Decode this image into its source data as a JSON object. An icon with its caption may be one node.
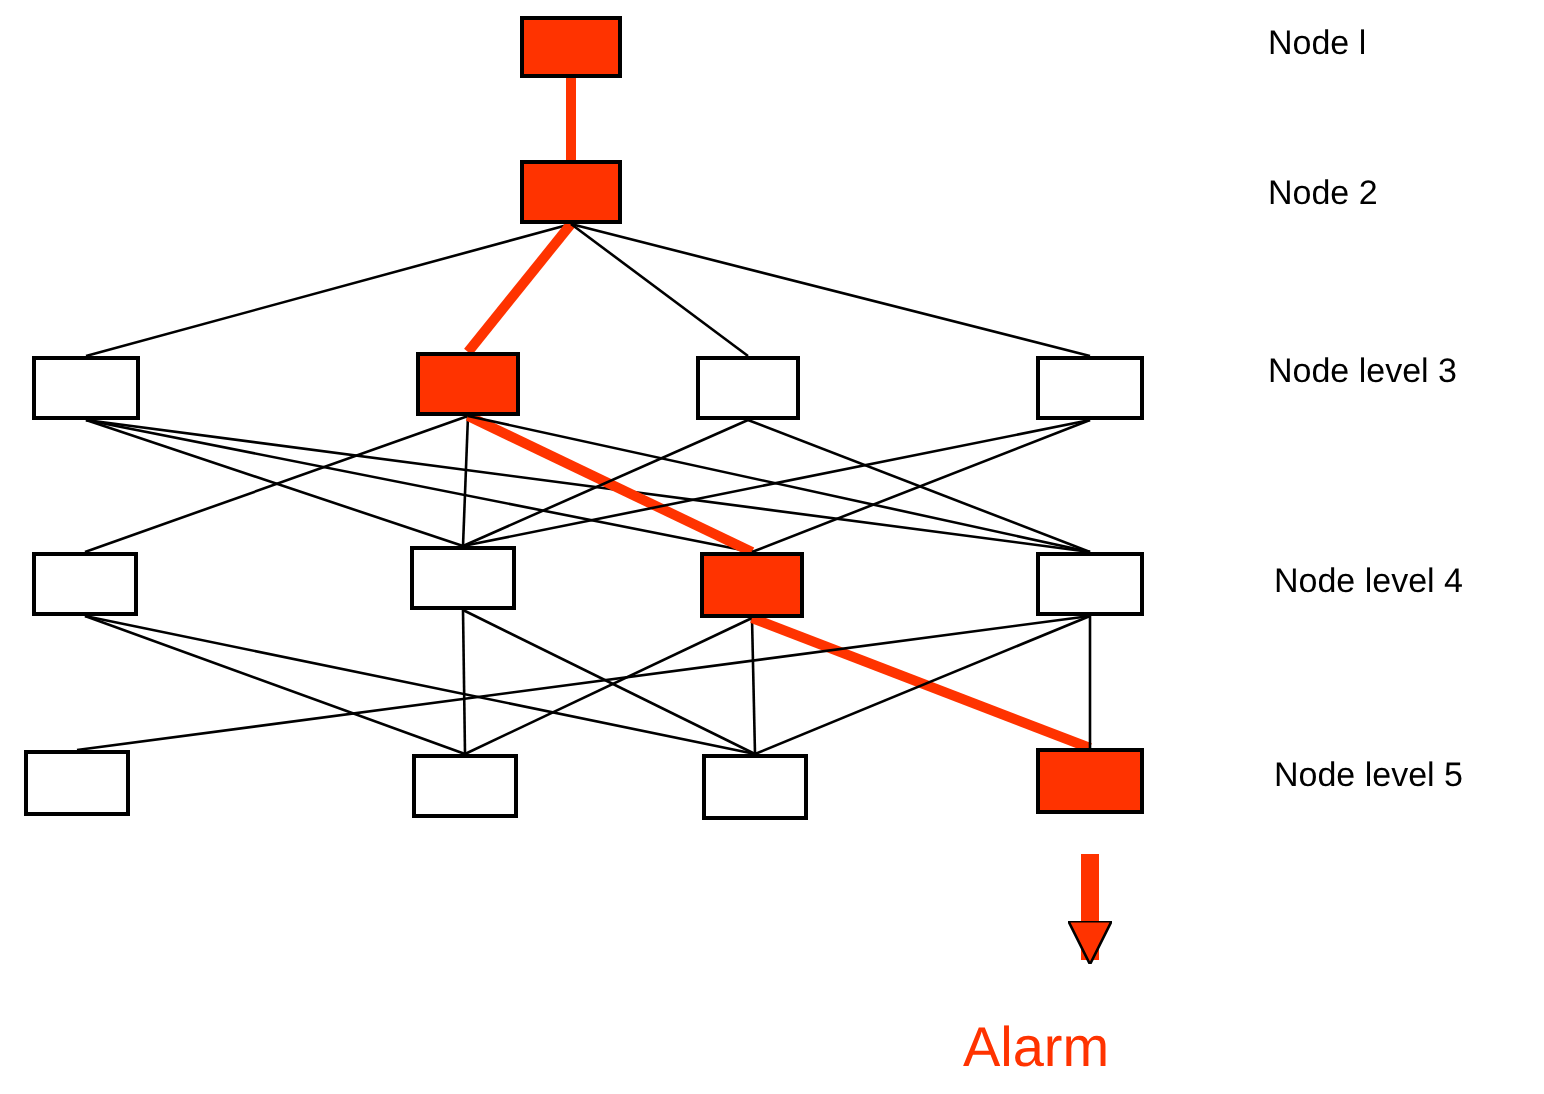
{
  "diagram": {
    "nodes": [
      {
        "text": [],
        "shape": "box"
      },
      {
        "text": [],
        "shape": "box"
      },
      {
        "text": [],
        "shape": "box"
      },
      {
        "text": [],
        "shape": "box"
      },
      {
        "text": [],
        "shape": "box"
      },
      {
        "text": [],
        "shape": "box"
      },
      {
        "text": [],
        "shape": "box"
      },
      {
        "text": [],
        "shape": "box"
      },
      {
        "text": [],
        "shape": "box"
      },
      {
        "text": [],
        "shape": "box"
      },
      {
        "text": [],
        "shape": "box"
      },
      {
        "text": [],
        "shape": "box"
      },
      {
        "text": [],
        "shape": "box"
      },
      {
        "text": [],
        "shape": "box"
      },
      {
        "text": [
          "Alarm"
        ]
      }
    ],
    "edges": [
      {
        "from": 0,
        "to": 1,
        "arrow": "none",
        "style": "thick",
        "color": "#ff3300"
      },
      {
        "from": 1,
        "to": 2,
        "arrow": "none"
      },
      {
        "from": 1,
        "to": 3,
        "arrow": "none",
        "style": "thick",
        "color": "#ff3300"
      },
      {
        "from": 1,
        "to": 4,
        "arrow": "none"
      },
      {
        "from": 1,
        "to": 5,
        "arrow": "none"
      },
      {
        "from": 2,
        "to": 7,
        "arrow": "none"
      },
      {
        "from": 2,
        "to": 8,
        "arrow": "none"
      },
      {
        "from": 2,
        "to": 9,
        "arrow": "none"
      },
      {
        "from": 3,
        "to": 6,
        "arrow": "none"
      },
      {
        "from": 3,
        "to": 7,
        "arrow": "none"
      },
      {
        "from": 3,
        "to": 8,
        "arrow": "none",
        "style": "thick",
        "color": "#ff3300"
      },
      {
        "from": 3,
        "to": 9,
        "arrow": "none"
      },
      {
        "from": 4,
        "to": 7,
        "arrow": "none"
      },
      {
        "from": 4,
        "to": 9,
        "arrow": "none"
      },
      {
        "from": 5,
        "to": 7,
        "arrow": "none"
      },
      {
        "from": 5,
        "to": 8,
        "arrow": "none"
      },
      {
        "from": 6,
        "to": 11,
        "arrow": "none"
      },
      {
        "from": 6,
        "to": 12,
        "arrow": "none"
      },
      {
        "from": 7,
        "to": 11,
        "arrow": "none"
      },
      {
        "from": 7,
        "to": 12,
        "arrow": "none"
      },
      {
        "from": 8,
        "to": 11,
        "arrow": "none"
      },
      {
        "from": 8,
        "to": 12,
        "arrow": "none"
      },
      {
        "from": 8,
        "to": 13,
        "arrow": "none",
        "style": "thick",
        "color": "#ff3300"
      },
      {
        "from": 9,
        "to": 10,
        "arrow": "none"
      },
      {
        "from": 9,
        "to": 12,
        "arrow": "none"
      },
      {
        "from": 9,
        "to": 13,
        "arrow": "none"
      },
      {
        "from": 13,
        "to": 14,
        "arrow": "to",
        "style": "thick",
        "color": "#ff3300"
      }
    ],
    "labels": [
      "Node l",
      "Node 2",
      "Node level 3",
      "Node level 4",
      "Node level 5"
    ]
  }
}
